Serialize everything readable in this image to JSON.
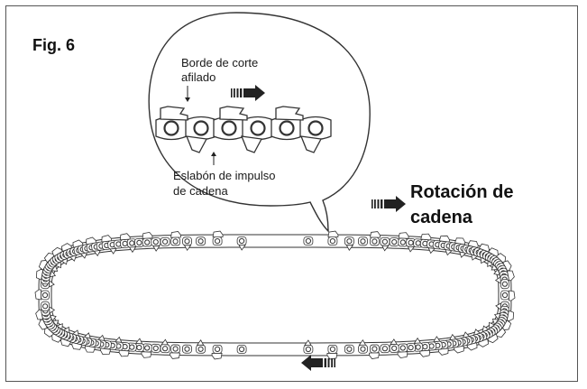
{
  "figure": {
    "label": "Fig. 6"
  },
  "callout": {
    "cutting_edge_line1": "Borde de corte",
    "cutting_edge_line2": "afilado",
    "drive_link_line1": "Eslabón de impulso",
    "drive_link_line2": "de cadena"
  },
  "rotation": {
    "line1": "Rotación de",
    "line2": "cadena"
  },
  "colors": {
    "line": "#333333",
    "text": "#111111"
  },
  "icons": [
    "direction-arrow-right-icon",
    "direction-arrow-left-icon"
  ]
}
